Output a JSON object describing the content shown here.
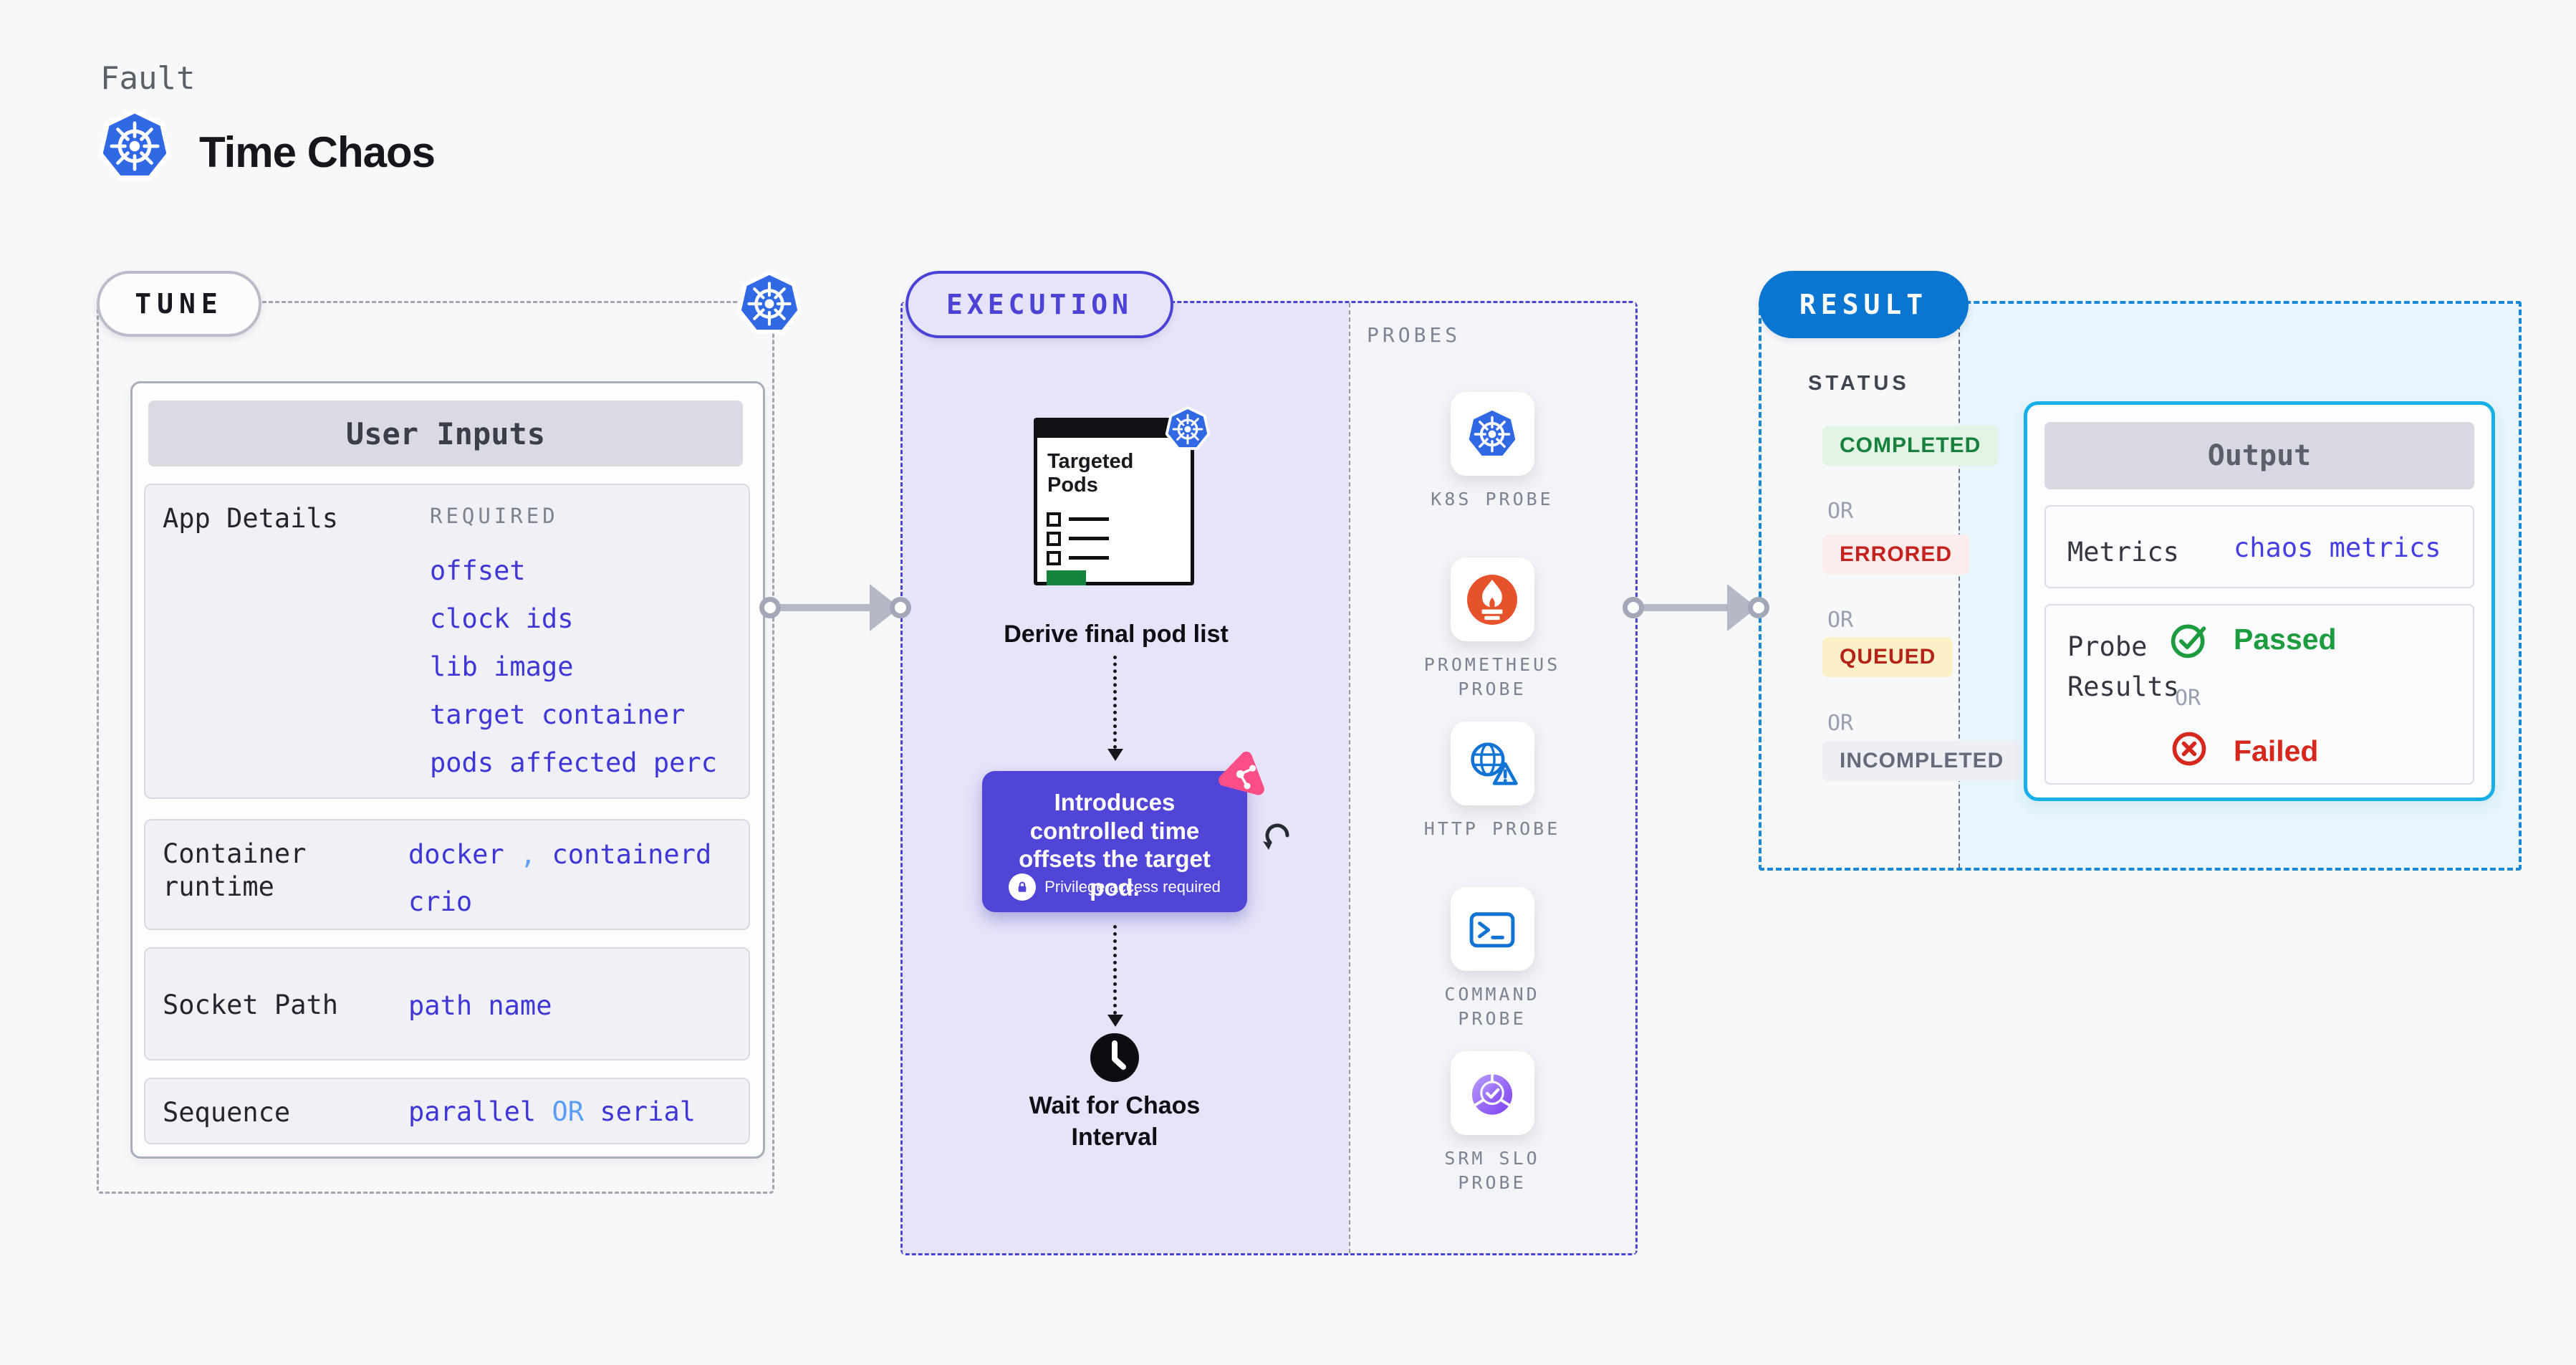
{
  "header": {
    "category": "Fault",
    "title": "Time Chaos",
    "icon": "kubernetes-icon"
  },
  "tune": {
    "badge": "TUNE",
    "card_title": "User Inputs",
    "app_details": {
      "label": "App Details",
      "tag": "REQUIRED",
      "values": [
        "offset",
        "clock ids",
        "lib image",
        "target container",
        "pods affected perc"
      ]
    },
    "container_runtime": {
      "label": "Container runtime",
      "value1": "docker",
      "separator": ",",
      "value2": "containerd",
      "value3": "crio"
    },
    "socket_path": {
      "label": "Socket Path",
      "value": "path name"
    },
    "sequence": {
      "label": "Sequence",
      "value1": "parallel",
      "or": "OR",
      "value2": "serial"
    }
  },
  "execution": {
    "badge": "EXECUTION",
    "pod_list_title": "Targeted Pods",
    "step1_caption": "Derive final pod list",
    "note_text": "Introduces controlled time offsets the target pod.",
    "note_subtext": "Privilege access required",
    "step3_caption": "Wait for Chaos Interval"
  },
  "probes": {
    "heading": "PROBES",
    "items": [
      {
        "label": "K8S PROBE",
        "icon": "kubernetes-icon"
      },
      {
        "label": "PROMETHEUS PROBE",
        "icon": "prometheus-icon"
      },
      {
        "label": "HTTP PROBE",
        "icon": "http-globe-warning-icon"
      },
      {
        "label": "COMMAND PROBE",
        "icon": "terminal-icon"
      },
      {
        "label": "SRM SLO PROBE",
        "icon": "slo-gauge-icon"
      }
    ]
  },
  "result": {
    "badge": "RESULT",
    "status_heading": "STATUS",
    "or": "OR",
    "statuses": [
      {
        "label": "COMPLETED",
        "fg": "#17803c",
        "bg": "#e2f4e3"
      },
      {
        "label": "ERRORED",
        "fg": "#c5221f",
        "bg": "#fceceb"
      },
      {
        "label": "QUEUED",
        "fg": "#b42318",
        "bg": "#fbf0c8"
      },
      {
        "label": "INCOMPLETED",
        "fg": "#656b7b",
        "bg": "#edeff5"
      }
    ],
    "output": {
      "title": "Output",
      "metrics_label": "Metrics",
      "metrics_value": "chaos metrics",
      "probe_results_label": "Probe Results",
      "passed": "Passed",
      "or": "OR",
      "failed": "Failed"
    }
  },
  "colors": {
    "page_bg": "#f7f8fa",
    "indigo": "#4b43d6",
    "indigo_value": "#3e37d6",
    "light_blue": "#5a9df7",
    "lavender_bg": "#e5e4f8",
    "result_blue": "#0b75d2",
    "result_dash": "#1787d8",
    "cyan_border": "#16b0e6",
    "cyan_bg": "#e7f5fc",
    "green": "#1d9b3f",
    "red": "#d6271d",
    "kubernetes_blue": "#3168e4",
    "prometheus_orange": "#e6522c",
    "note_purple": "#5145d8",
    "pink": "#fb4e86",
    "arrow_gray": "#b5b8c6"
  }
}
